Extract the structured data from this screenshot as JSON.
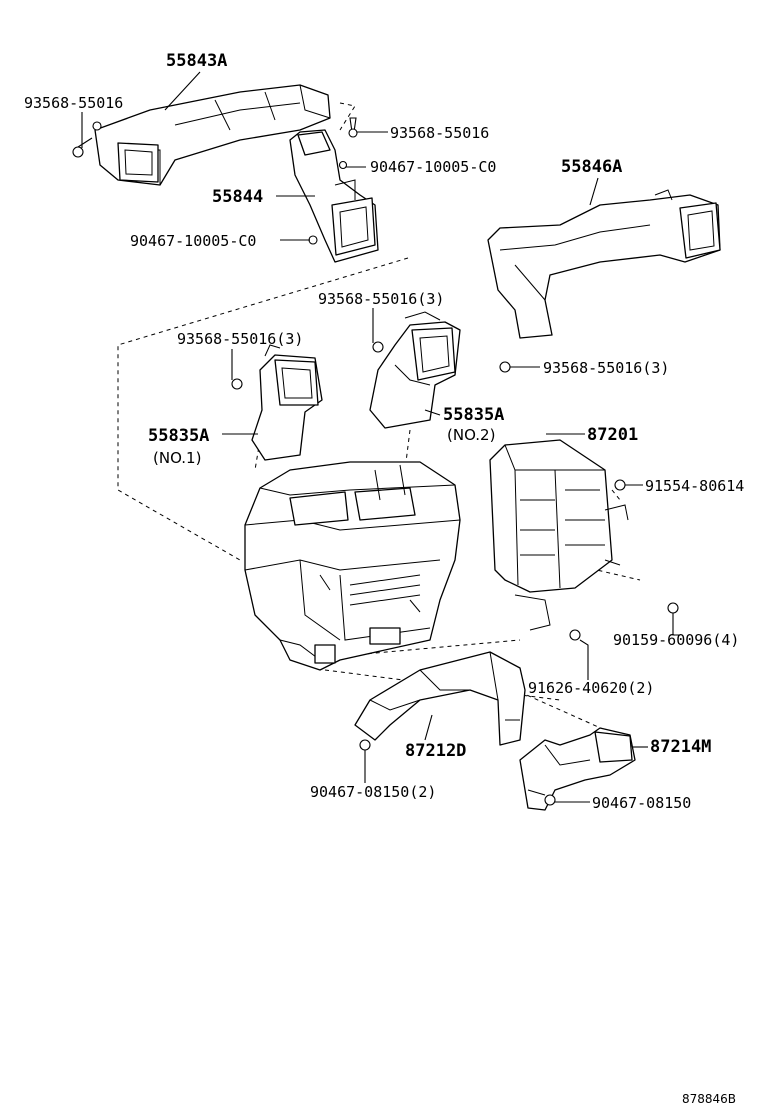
{
  "labels": {
    "p55843A": "55843A",
    "p93568_tl": "93568-55016",
    "p93568_tr": "93568-55016",
    "p90467_c0_top": "90467-10005-C0",
    "p55844": "55844",
    "p90467_c0_left": "90467-10005-C0",
    "p55846A": "55846A",
    "p93568_3_center": "93568-55016(3)",
    "p93568_3_left": "93568-55016(3)",
    "p93568_3_right": "93568-55016(3)",
    "p55835A_no1": "55835A",
    "p_no1": "(NO.1)",
    "p55835A_no2": "55835A",
    "p_no2": "(NO.2)",
    "p87201": "87201",
    "p91554": "91554-80614",
    "p90159": "90159-60096(4)",
    "p91626": "91626-40620(2)",
    "p87212D": "87212D",
    "p87214M": "87214M",
    "p90467_08150_2": "90467-08150(2)",
    "p90467_08150": "90467-08150",
    "diagram_id": "878846B"
  }
}
